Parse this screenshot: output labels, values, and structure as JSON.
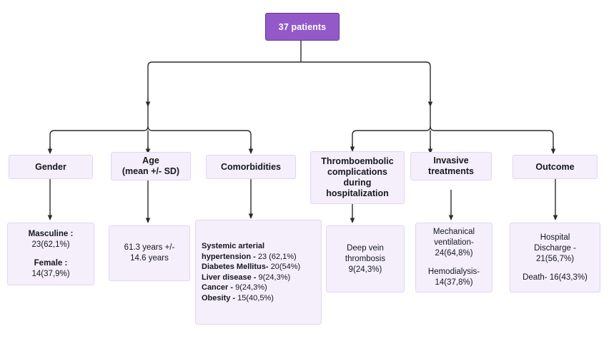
{
  "diagram": {
    "title": "Patient cohort flow diagram",
    "colors": {
      "root_fill": "#9459c9",
      "root_border": "#5f3a8c",
      "node_fill": "#f4effb",
      "node_border": "#e2d5f3",
      "connector": "#2b2b2b",
      "text": "#15181c",
      "root_text": "#ffffff"
    },
    "root": {
      "label": "37 patients"
    },
    "categories": [
      {
        "id": "gender",
        "label": "Gender"
      },
      {
        "id": "age",
        "label": "Age\n(mean +/- SD)",
        "line1": "Age",
        "line2": "(mean +/- SD)"
      },
      {
        "id": "comorbidities",
        "label": "Comorbidities"
      },
      {
        "id": "thromboembolic",
        "label": "Thromboembolic complications during hospitalization",
        "line1": "Thromboembolic",
        "line2": "complications",
        "line3": "during",
        "line4": "hospitalization"
      },
      {
        "id": "invasive",
        "label": "Invasive treatments",
        "line1": "Invasive",
        "line2": "treatments"
      },
      {
        "id": "outcome",
        "label": "Outcome"
      }
    ],
    "leaves": {
      "gender": {
        "rows": [
          {
            "label": "Masculine :",
            "value": "23(62,1%)"
          },
          {
            "label": "Female :",
            "value": "14(37,9%)"
          }
        ]
      },
      "age": {
        "line1": "61.3 years +/-",
        "line2": "14.6 years"
      },
      "comorbidities": {
        "items": [
          {
            "name": "Systemic arterial hypertension",
            "separator": " - ",
            "value": "23 (62,1%)"
          },
          {
            "name": "Diabetes Mellitus",
            "separator": "- ",
            "value": "20(54%)"
          },
          {
            "name": "Liver disease",
            "separator": " - ",
            "value": "9(24,3%)"
          },
          {
            "name": "Cancer",
            "separator": " - ",
            "value": "9(24,3%)"
          },
          {
            "name": "Obesity",
            "separator": " - ",
            "value": "15(40,5%)"
          }
        ]
      },
      "thromboembolic": {
        "line1": "Deep vein",
        "line2": "thrombosis",
        "line3": "9(24,3%)"
      },
      "invasive": {
        "block1_line1": "Mechanical",
        "block1_line2": "ventilation-",
        "block1_line3": "24(64,8%)",
        "block2_line1": "Hemodialysis-",
        "block2_line2": "14(37,8%)"
      },
      "outcome": {
        "block1_line1": "Hospital",
        "block1_line2": "Discharge -",
        "block1_line3": "21(56,7%)",
        "block2_line1": "Death- 16(43,3%)"
      }
    }
  }
}
